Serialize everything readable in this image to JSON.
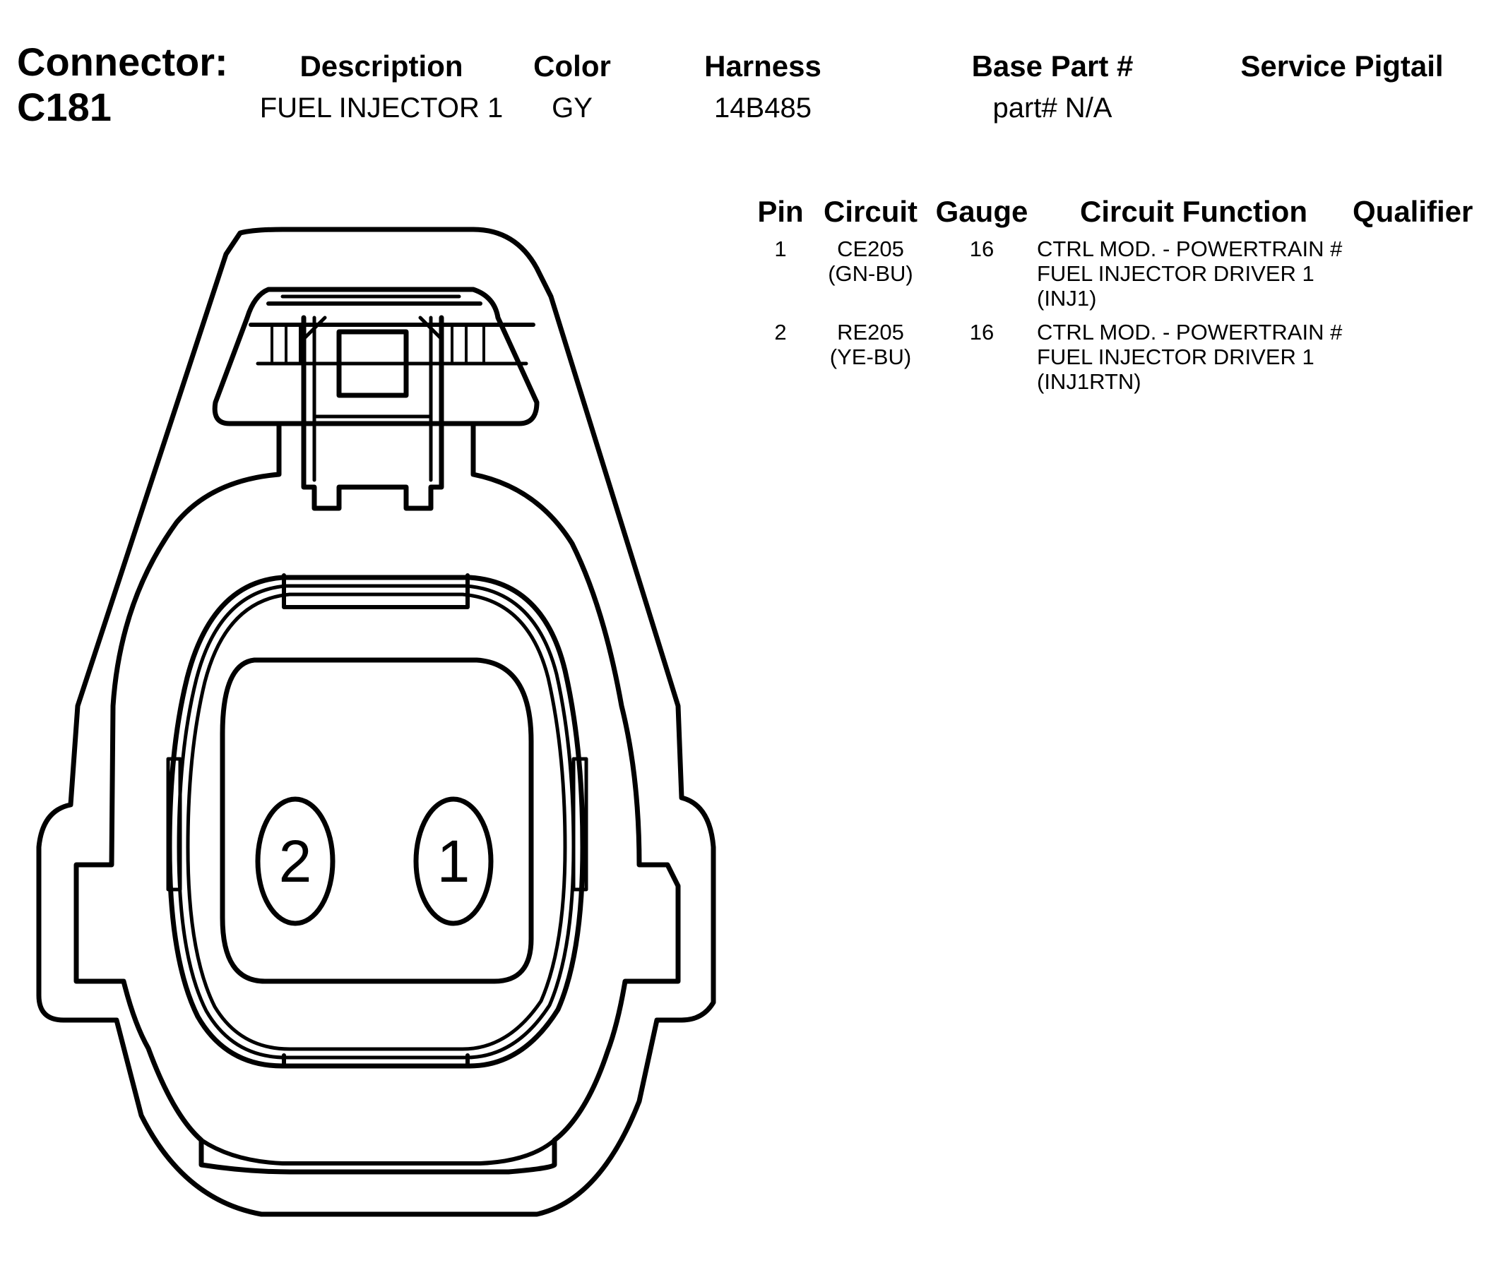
{
  "connector": {
    "label": "Connector:",
    "id": "C181"
  },
  "header_columns": {
    "description": {
      "label": "Description",
      "value": "FUEL INJECTOR 1"
    },
    "color": {
      "label": "Color",
      "value": "GY"
    },
    "harness": {
      "label": "Harness",
      "value": "14B485"
    },
    "base_part": {
      "label": "Base Part #",
      "value": "part# N/A"
    },
    "service_pigtail": {
      "label": "Service Pigtail",
      "value": ""
    }
  },
  "pin_table": {
    "headers": {
      "pin": "Pin",
      "circuit": "Circuit",
      "gauge": "Gauge",
      "function": "Circuit Function",
      "qualifier": "Qualifier"
    },
    "rows": [
      {
        "pin": "1",
        "circuit": "CE205",
        "wire_color": "(GN-BU)",
        "gauge": "16",
        "function": "CTRL MOD. - POWERTRAIN #\nFUEL INJECTOR DRIVER 1\n(INJ1)",
        "qualifier": ""
      },
      {
        "pin": "2",
        "circuit": "RE205",
        "wire_color": "(YE-BU)",
        "gauge": "16",
        "function": "CTRL MOD. - POWERTRAIN #\nFUEL INJECTOR DRIVER 1\n(INJ1RTN)",
        "qualifier": ""
      }
    ]
  },
  "diagram": {
    "pin_labels": [
      "2",
      "1"
    ],
    "line_color": "#000000",
    "background": "#ffffff"
  }
}
